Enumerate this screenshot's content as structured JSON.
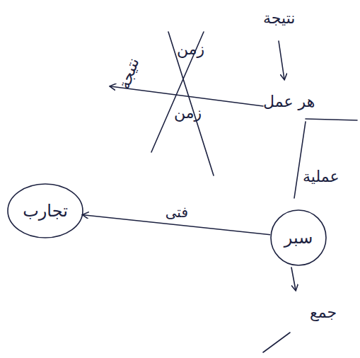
{
  "diagram": {
    "nodes": [
      {
        "text": [
          "سبر"
        ]
      },
      {
        "text": [
          "تجارب"
        ]
      }
    ],
    "edges": [
      {
        "from": 0,
        "to": 1,
        "label": "فتى",
        "arrow": "to"
      }
    ],
    "labels": [
      "نتيجة",
      "هر عمل",
      "نتيجة",
      "زمن",
      "زمن",
      "عملية",
      "جمع"
    ]
  }
}
